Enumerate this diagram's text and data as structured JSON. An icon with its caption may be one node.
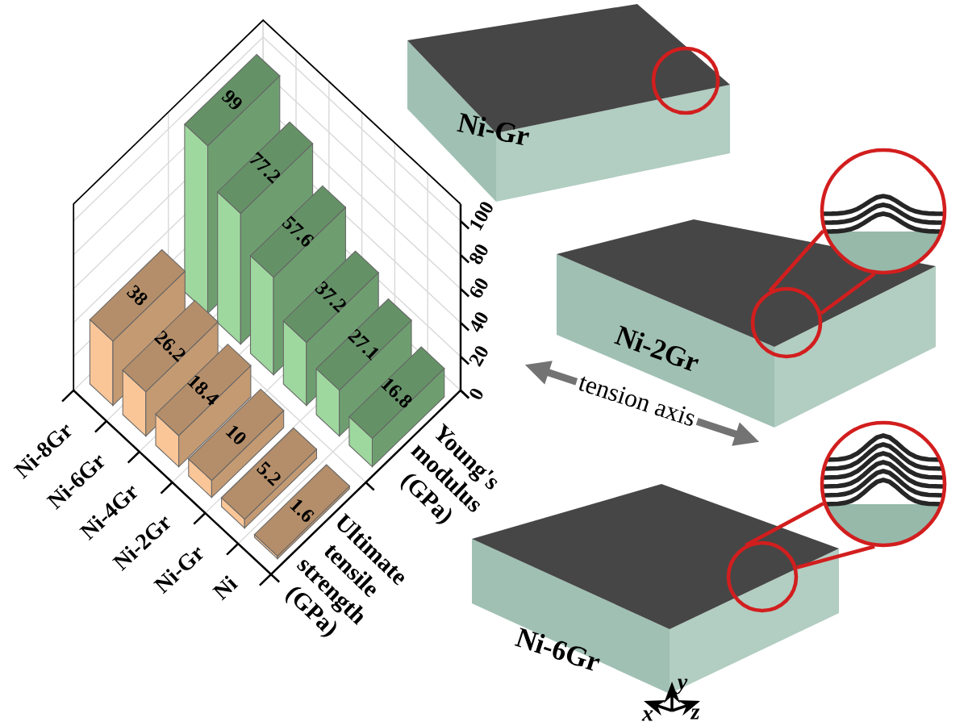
{
  "diagram": {
    "nodes": [
      {
        "text": [
          "99"
        ]
      },
      {
        "text": [
          "77.2"
        ]
      },
      {
        "text": [
          "57.6"
        ]
      },
      {
        "text": [
          "37.2"
        ]
      },
      {
        "text": [
          "27.1"
        ]
      },
      {
        "text": [
          "16.8"
        ]
      },
      {
        "text": [
          "38"
        ]
      },
      {
        "text": [
          "26.2"
        ]
      },
      {
        "text": [
          "18.4"
        ]
      },
      {
        "text": [
          "10"
        ]
      },
      {
        "text": [
          "5.2"
        ]
      },
      {
        "text": [
          "1.6"
        ]
      },
      {
        "text": [
          "Ni-Gr"
        ]
      },
      {
        "text": [],
        "shape": "circle",
        "in": 12
      },
      {
        "text": [
          "Ni-2Gr"
        ]
      },
      {
        "text": [],
        "shape": "circle",
        "in": 14
      },
      {
        "text": [],
        "shape": "circle"
      },
      {
        "text": [
          "Ni-6Gr"
        ]
      },
      {
        "text": [],
        "shape": "circle",
        "in": 17
      },
      {
        "text": [],
        "shape": "circle"
      }
    ],
    "edges": [
      {
        "from": 15,
        "to": 16,
        "arrow": "none"
      },
      {
        "from": 15,
        "to": 16,
        "arrow": "none"
      },
      {
        "from": 18,
        "to": 19,
        "arrow": "none"
      },
      {
        "from": 18,
        "to": 19,
        "arrow": "none"
      }
    ],
    "labels": [
      "Ni-8Gr",
      "Ni-6Gr",
      "Ni-4Gr",
      "Ni-2Gr",
      "Ni-Gr",
      "Ni",
      "100",
      "80",
      "60",
      "40",
      "20",
      "0",
      "Young's modulus (GPa)",
      "Ultimate tensile strength (GPa)",
      "tension axis",
      "y",
      "x",
      "z"
    ]
  }
}
